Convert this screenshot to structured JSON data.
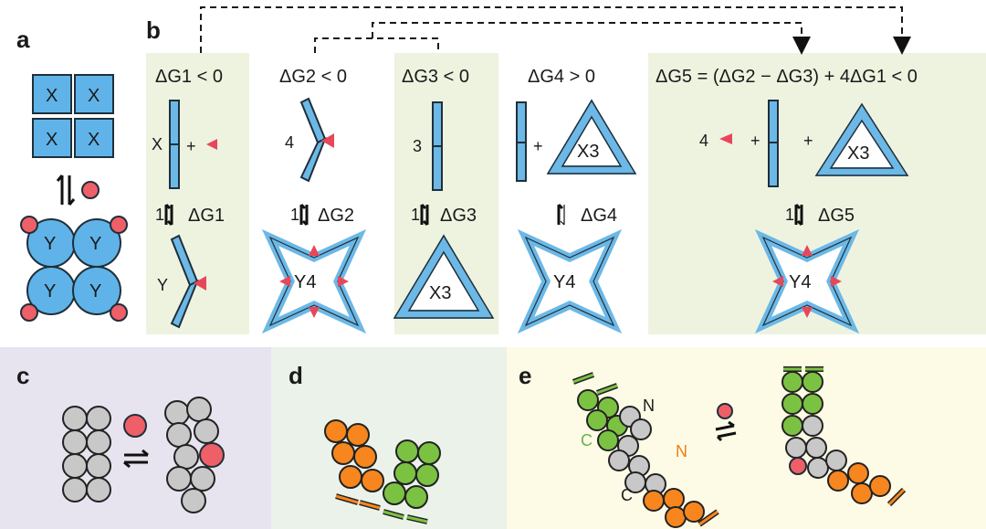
{
  "panels": {
    "a": "a",
    "b": "b",
    "c": "c",
    "d": "d",
    "e": "e"
  },
  "panel_a": {
    "box_label": "X",
    "circle_label": "Y"
  },
  "panel_b": {
    "eq1": "ΔG1 < 0",
    "eq2": "ΔG2 < 0",
    "eq3": "ΔG3 < 0",
    "eq4": "ΔG4 > 0",
    "eq5": "ΔG5 = (ΔG2 − ΔG3) + 4ΔG1 < 0",
    "arrow1": "ΔG1",
    "arrow2": "ΔG2",
    "arrow3": "ΔG3",
    "arrow4": "ΔG4",
    "arrow5": "ΔG5",
    "col1_rod": "X",
    "col1_plus": "+",
    "col1_product": "Y",
    "col2_num": "4",
    "col2_product": "Y4",
    "col3_num": "3",
    "col3_product": "X3",
    "col4_plus": "+",
    "col4_triangle": "X3",
    "col4_product": "Y4",
    "col5_num": "4",
    "col5_plus1": "+",
    "col5_plus2": "+",
    "col5_triangle": "X3",
    "col5_product": "Y4"
  },
  "panel_e": {
    "label_N1": "N",
    "label_C1": "C",
    "label_N2": "N",
    "label_C2": "C"
  },
  "colors": {
    "panel_b_green": "#eef3e0",
    "panel_c_bg": "#e7e3ef",
    "panel_d_bg": "#eaf2ea",
    "panel_e_bg": "#fdfbe6",
    "rod_blue": "#6cb8e6",
    "red": "#e8465a",
    "orange": "#f7861e",
    "green": "#7cc242",
    "grey": "#c8c8c8",
    "green_text": "#6ab04c",
    "orange_text": "#f07d12"
  }
}
